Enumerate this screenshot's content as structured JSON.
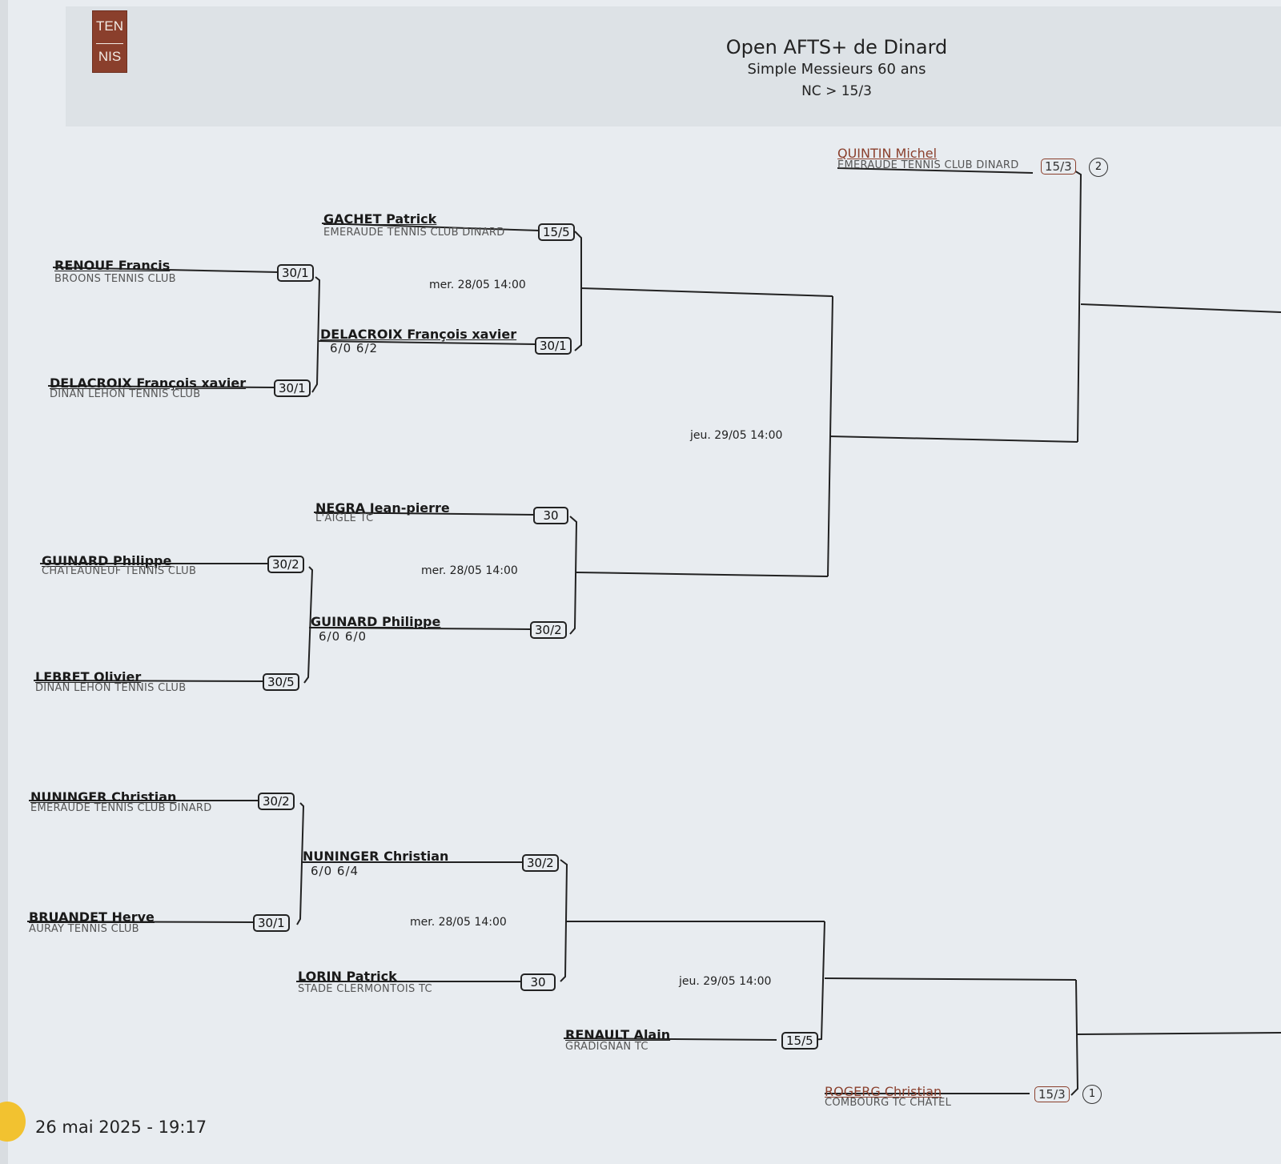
{
  "header": {
    "logo_top": "TEN",
    "logo_bottom": "NIS",
    "title": "Open AFTS+ de Dinard",
    "subtitle": "Simple Messieurs 60 ans",
    "range": "NC > 15/3"
  },
  "seeds": {
    "quintin": {
      "name": "QUINTIN Michel",
      "club": "EMERAUDE TENNIS CLUB DINARD",
      "rank": "15/3",
      "seed": "2"
    },
    "rogerg": {
      "name": "ROGERG Christian",
      "club": "COMBOURG TC CHATEL",
      "rank": "15/3",
      "seed": "1"
    }
  },
  "round1": [
    {
      "name": "RENOUF Francis",
      "club": "BROONS TENNIS CLUB",
      "rank": "30/1"
    },
    {
      "name": "DELACROIX François xavier",
      "club": "DINAN LEHON TENNIS CLUB",
      "rank": "30/1"
    },
    {
      "name": "GUINARD Philippe",
      "club": "CHATEAUNEUF TENNIS CLUB",
      "rank": "30/2"
    },
    {
      "name": "LEBRET Olivier",
      "club": "DINAN LEHON TENNIS CLUB",
      "rank": "30/5"
    },
    {
      "name": "NUNINGER Christian",
      "club": "EMERAUDE TENNIS CLUB DINARD",
      "rank": "30/2"
    },
    {
      "name": "BRUANDET Herve",
      "club": "AURAY TENNIS CLUB",
      "rank": "30/1"
    }
  ],
  "round2": [
    {
      "name": "GACHET Patrick",
      "club": "EMERAUDE TENNIS CLUB DINARD",
      "rank": "15/5"
    },
    {
      "name": "DELACROIX François xavier",
      "score": "6/0 6/2",
      "rank": "30/1"
    },
    {
      "name": "NEGRA Jean-pierre",
      "club": "L'AIGLE TC",
      "rank": "30"
    },
    {
      "name": "GUINARD Philippe",
      "score": "6/0 6/0",
      "rank": "30/2"
    },
    {
      "name": "NUNINGER Christian",
      "score": "6/0 6/4",
      "rank": "30/2"
    },
    {
      "name": "LORIN Patrick",
      "club": "STADE CLERMONTOIS TC",
      "rank": "30"
    },
    {
      "name": "RENAULT Alain",
      "club": "GRADIGNAN TC",
      "rank": "15/5"
    }
  ],
  "schedule": {
    "m1": "mer. 28/05 14:00",
    "m2": "mer. 28/05 14:00",
    "m3": "mer. 28/05 14:00",
    "q1": "jeu. 29/05 14:00",
    "q2": "jeu. 29/05 14:00"
  },
  "footer": {
    "date": "26 mai 2025 - 19:17"
  }
}
